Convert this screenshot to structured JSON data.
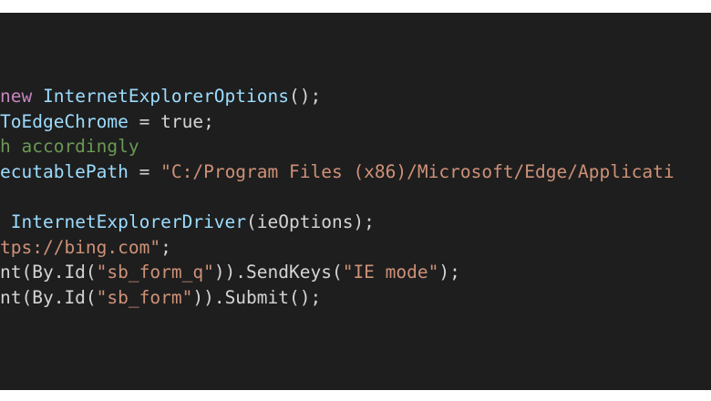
{
  "colors": {
    "background": "#1e1e1e",
    "keyword": "#c586c0",
    "identifier": "#9cdcfe",
    "function": "#dcdcaa",
    "string": "#ce9178",
    "comment": "#6a9955",
    "plain": "#d4d4d4"
  },
  "code": {
    "lines": [
      [
        {
          "text": "new ",
          "kind": "kw"
        },
        {
          "text": "InternetExplorerOptions",
          "kind": "ty"
        },
        {
          "text": "();",
          "kind": "pl"
        }
      ],
      [
        {
          "text": "ToEdgeChrome",
          "kind": "ty"
        },
        {
          "text": " = ",
          "kind": "pl"
        },
        {
          "text": "true",
          "kind": "pl"
        },
        {
          "text": ";",
          "kind": "pl"
        }
      ],
      [
        {
          "text": "h accordingly",
          "kind": "cm"
        }
      ],
      [
        {
          "text": "ecutablePath",
          "kind": "ty"
        },
        {
          "text": " = ",
          "kind": "pl"
        },
        {
          "text": "\"C:/Program Files (x86)/Microsoft/Edge/Applicati",
          "kind": "str"
        }
      ],
      [],
      [
        {
          "text": " ",
          "kind": "pl"
        },
        {
          "text": "InternetExplorerDriver",
          "kind": "ty"
        },
        {
          "text": "(ieOptions);",
          "kind": "pl"
        }
      ],
      [
        {
          "text": "tps://bing.com\"",
          "kind": "str"
        },
        {
          "text": ";",
          "kind": "pl"
        }
      ],
      [
        {
          "text": "nt(By.Id(",
          "kind": "pl"
        },
        {
          "text": "\"sb_form_q\"",
          "kind": "str"
        },
        {
          "text": ")).SendKeys(",
          "kind": "pl"
        },
        {
          "text": "\"IE mode\"",
          "kind": "str"
        },
        {
          "text": ");",
          "kind": "pl"
        }
      ],
      [
        {
          "text": "nt(By.Id(",
          "kind": "pl"
        },
        {
          "text": "\"sb_form\"",
          "kind": "str"
        },
        {
          "text": ")).Submit();",
          "kind": "pl"
        }
      ]
    ]
  }
}
